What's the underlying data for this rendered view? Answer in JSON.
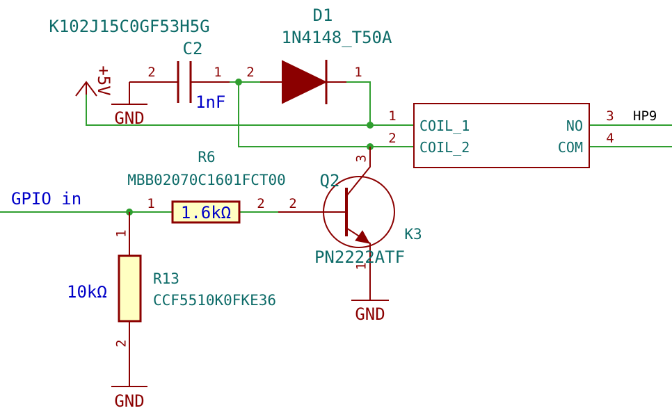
{
  "colors": {
    "background": "#ffffff",
    "wire": "#2f9e2f",
    "component": "#8b0000",
    "component_fill": "#ffffc2",
    "reference": "#0d6b68",
    "value": "#0000c8",
    "junction": "#2f9e2f"
  },
  "capacitor": {
    "part": "K102J15C0GF53H5G",
    "ref": "C2",
    "value": "1nF",
    "pin_left": "2",
    "pin_right": "1"
  },
  "diode": {
    "ref": "D1",
    "part": "1N4148_T50A",
    "pin_left": "2",
    "pin_right": "1"
  },
  "power": {
    "supply": "+5V",
    "gnd": "GND"
  },
  "relay": {
    "ref": "K3",
    "coil1": "COIL_1",
    "coil2": "COIL_2",
    "no": "NO",
    "com": "COM",
    "pin_coil1": "1",
    "pin_coil2": "2",
    "pin_no": "3",
    "pin_com": "4"
  },
  "net_hp9": "HP9",
  "resistor_r6": {
    "ref": "R6",
    "part": "MBB02070C1601FCT00",
    "value": "1.6kΩ",
    "pin_left": "1",
    "pin_right": "2"
  },
  "transistor": {
    "ref": "Q2",
    "part": "PN2222ATF",
    "pin_base": "2",
    "pin_collector": "3",
    "pin_emitter": "1"
  },
  "gpio_label": "GPIO in",
  "resistor_r13": {
    "ref": "R13",
    "part": "CCF5510K0FKE36",
    "value": "10kΩ",
    "pin_top": "1",
    "pin_bottom": "2"
  }
}
